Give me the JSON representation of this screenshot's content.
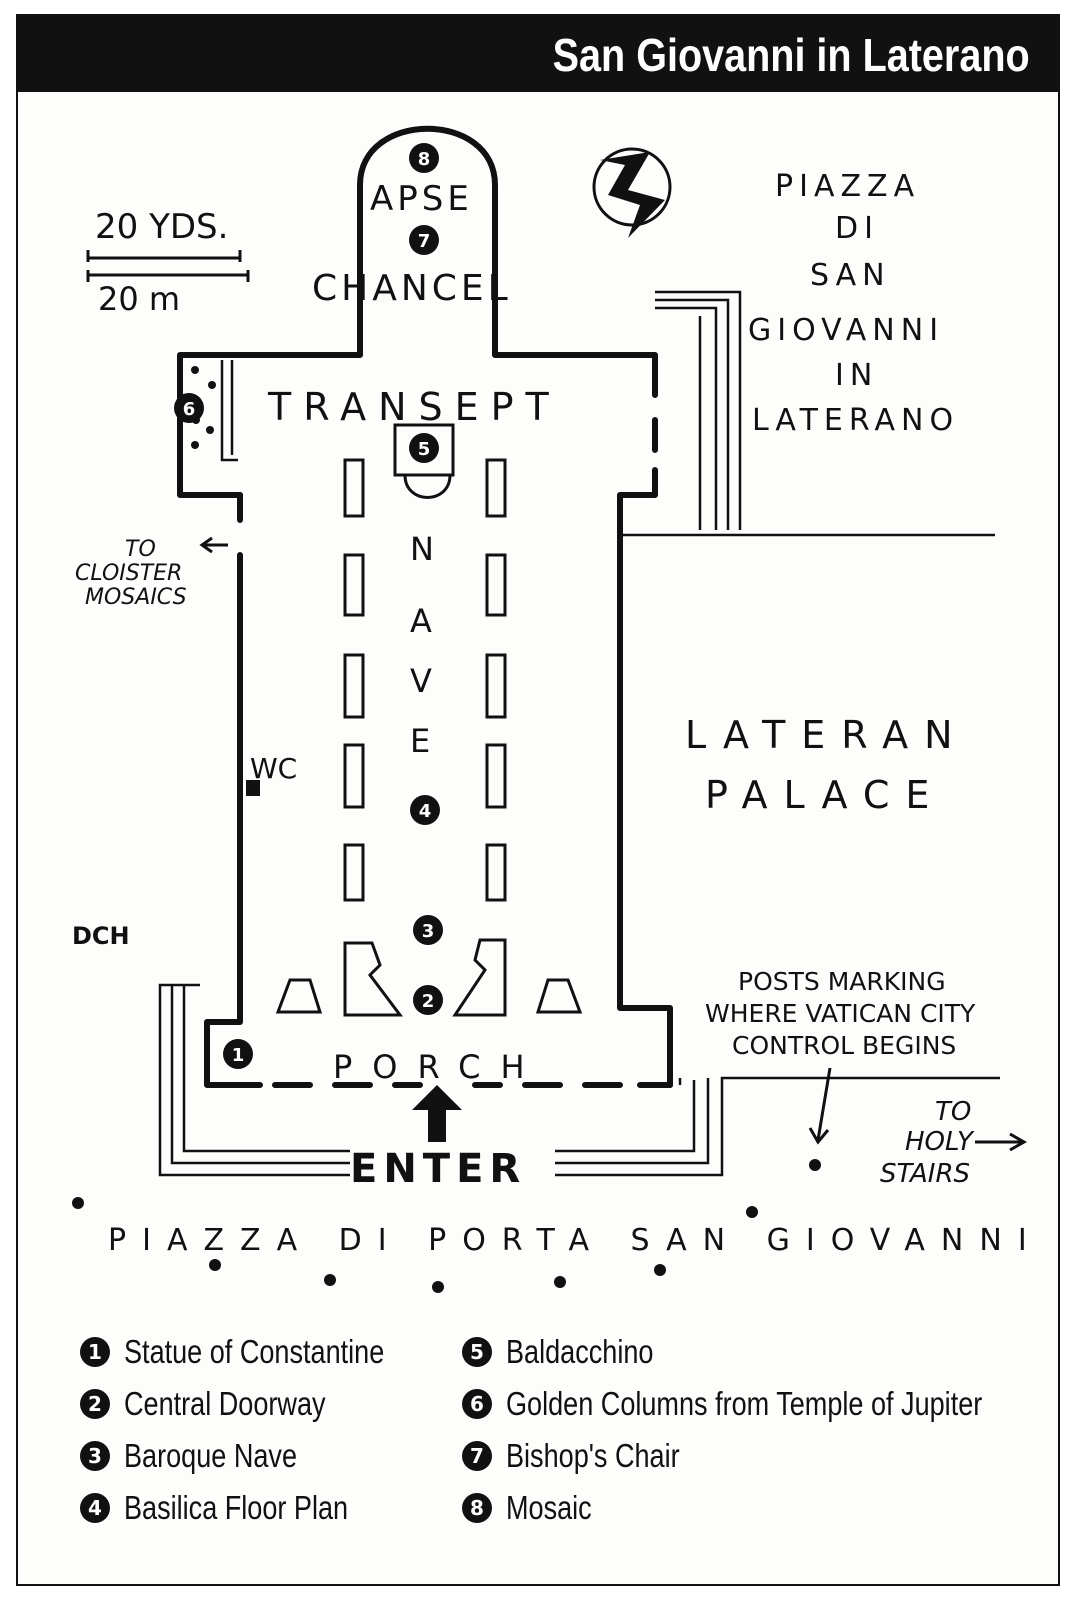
{
  "header": {
    "title": "San Giovanni in Laterano"
  },
  "scale": {
    "yards": "20 YDS.",
    "meters": "20 m"
  },
  "labels": {
    "apse": "APSE",
    "chancel": "CHANCEL",
    "transept": "TRANSEPT",
    "nave": [
      "N",
      "A",
      "V",
      "E"
    ],
    "porch": "PORCH",
    "enter": "ENTER",
    "wc": "WC",
    "dch": "DCH",
    "cloister": [
      "TO",
      "CLOISTER",
      "MOSAICS"
    ],
    "piazza_san_giovanni": [
      "PIAZZA",
      "DI",
      "SAN",
      "GIOVANNI",
      "IN",
      "LATERANO"
    ],
    "lateran_palace": [
      "LATERAN",
      "PALACE"
    ],
    "posts": [
      "POSTS MARKING",
      "WHERE VATICAN CITY",
      "CONTROL BEGINS"
    ],
    "holy_stairs": [
      "TO",
      "HOLY",
      "STAIRS"
    ],
    "piazza_porta": "PIAZZA DI PORTA SAN GIOVANNI"
  },
  "markers": [
    "1",
    "2",
    "3",
    "4",
    "5",
    "6",
    "7",
    "8"
  ],
  "legend": [
    {
      "num": "1",
      "label": "Statue of Constantine"
    },
    {
      "num": "2",
      "label": "Central Doorway"
    },
    {
      "num": "3",
      "label": "Baroque Nave"
    },
    {
      "num": "4",
      "label": "Basilica Floor Plan"
    },
    {
      "num": "5",
      "label": "Baldacchino"
    },
    {
      "num": "6",
      "label": "Golden Columns from Temple of Jupiter"
    },
    {
      "num": "7",
      "label": "Bishop's Chair"
    },
    {
      "num": "8",
      "label": "Mosaic"
    }
  ],
  "colors": {
    "ink": "#111111",
    "paper": "#fdfdfb"
  },
  "icons": [
    "north-arrow-icon",
    "enter-arrow-icon"
  ]
}
